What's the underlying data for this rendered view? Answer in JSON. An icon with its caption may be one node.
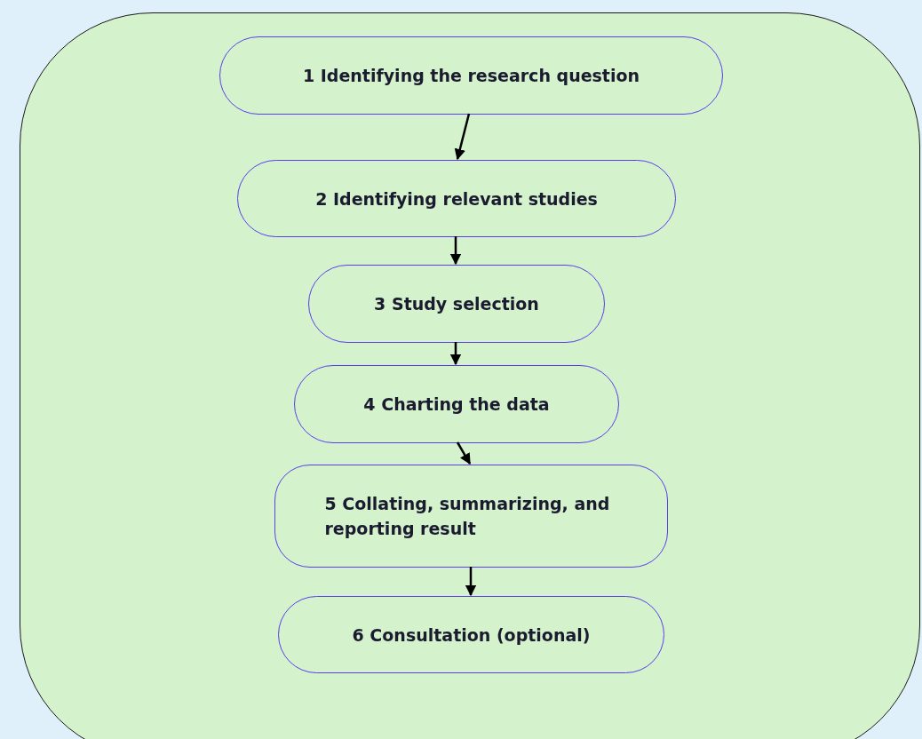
{
  "diagram": {
    "nodes": [
      {
        "text": [],
        "shape": "box"
      },
      {
        "text": [
          "1 Identifying the research question"
        ],
        "in": 0
      },
      {
        "text": [
          "2 Identifying relevant studies"
        ],
        "in": 0
      },
      {
        "text": [
          "3 Study selection"
        ],
        "in": 0
      },
      {
        "text": [
          "4 Charting the data"
        ],
        "in": 0
      },
      {
        "text": [
          "5 Collating, summarizing, and reporting result"
        ],
        "in": 0
      },
      {
        "text": [
          "6 Consultation (optional)"
        ],
        "in": 0
      }
    ],
    "edges": [
      {
        "from": 1,
        "to": 2,
        "arrow": "to"
      },
      {
        "from": 2,
        "to": 3,
        "arrow": "to"
      },
      {
        "from": 3,
        "to": 4,
        "arrow": "to"
      },
      {
        "from": 4,
        "to": 5,
        "arrow": "to"
      },
      {
        "from": 5,
        "to": 6,
        "arrow": "to"
      }
    ]
  }
}
